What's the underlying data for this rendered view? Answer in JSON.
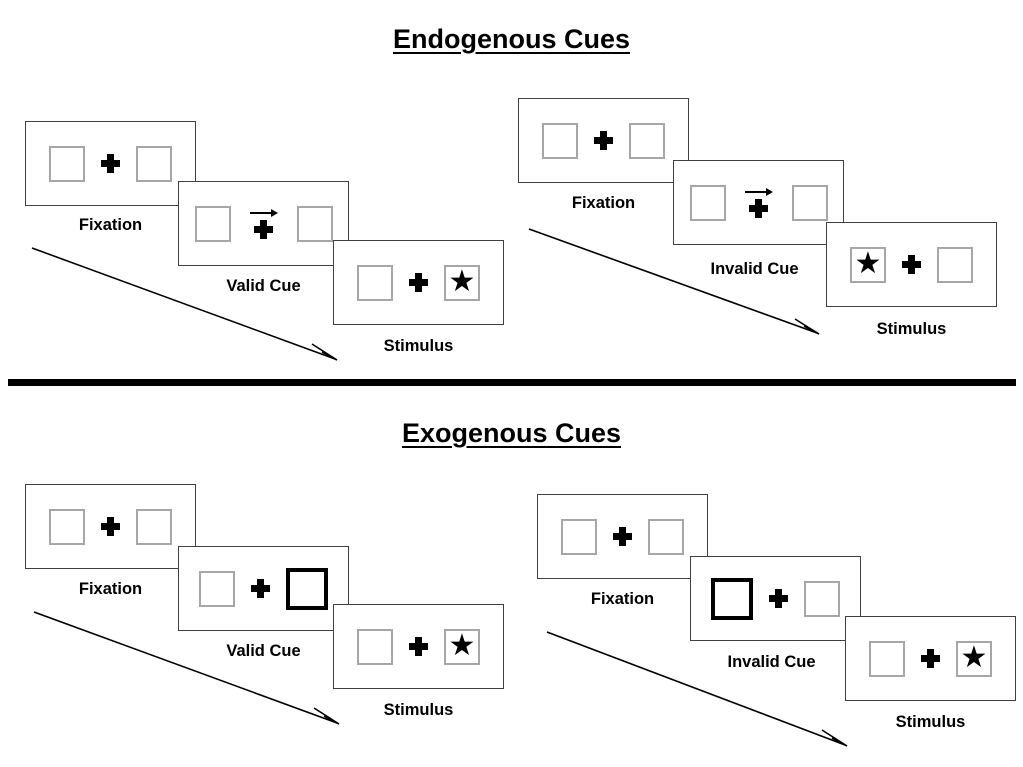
{
  "page": {
    "background_color": "#ffffff",
    "ink_color": "#000000",
    "box_border_color": "#a6a6a6",
    "cued_box_border_color": "#000000",
    "panel_border_color": "#3f3f3f"
  },
  "sections": [
    {
      "id": "endogenous",
      "title": "Endogenous Cues",
      "groups": [
        {
          "id": "endogenous-valid",
          "panels": [
            {
              "id": "endo-valid-fixation",
              "caption": "Fixation",
              "left_box": {
                "cued": false,
                "content": ""
              },
              "right_box": {
                "cued": false,
                "content": ""
              },
              "center": {
                "plus": true,
                "arrow": "none"
              }
            },
            {
              "id": "endo-valid-cue",
              "caption": "Valid Cue",
              "left_box": {
                "cued": false,
                "content": ""
              },
              "right_box": {
                "cued": false,
                "content": ""
              },
              "center": {
                "plus": true,
                "arrow": "right"
              }
            },
            {
              "id": "endo-valid-stimulus",
              "caption": "Stimulus",
              "left_box": {
                "cued": false,
                "content": ""
              },
              "right_box": {
                "cued": false,
                "content": "★"
              },
              "center": {
                "plus": true,
                "arrow": "none"
              }
            }
          ]
        },
        {
          "id": "endogenous-invalid",
          "panels": [
            {
              "id": "endo-invalid-fixation",
              "caption": "Fixation",
              "left_box": {
                "cued": false,
                "content": ""
              },
              "right_box": {
                "cued": false,
                "content": ""
              },
              "center": {
                "plus": true,
                "arrow": "none"
              }
            },
            {
              "id": "endo-invalid-cue",
              "caption": "Invalid Cue",
              "left_box": {
                "cued": false,
                "content": ""
              },
              "right_box": {
                "cued": false,
                "content": ""
              },
              "center": {
                "plus": true,
                "arrow": "right"
              }
            },
            {
              "id": "endo-invalid-stimulus",
              "caption": "Stimulus",
              "left_box": {
                "cued": false,
                "content": "★"
              },
              "right_box": {
                "cued": false,
                "content": ""
              },
              "center": {
                "plus": true,
                "arrow": "none"
              }
            }
          ]
        }
      ]
    },
    {
      "id": "exogenous",
      "title": "Exogenous Cues",
      "groups": [
        {
          "id": "exogenous-valid",
          "panels": [
            {
              "id": "exo-valid-fixation",
              "caption": "Fixation",
              "left_box": {
                "cued": false,
                "content": ""
              },
              "right_box": {
                "cued": false,
                "content": ""
              },
              "center": {
                "plus": true,
                "arrow": "none"
              }
            },
            {
              "id": "exo-valid-cue",
              "caption": "Valid Cue",
              "left_box": {
                "cued": false,
                "content": ""
              },
              "right_box": {
                "cued": true,
                "content": ""
              },
              "center": {
                "plus": true,
                "arrow": "none"
              }
            },
            {
              "id": "exo-valid-stimulus",
              "caption": "Stimulus",
              "left_box": {
                "cued": false,
                "content": ""
              },
              "right_box": {
                "cued": false,
                "content": "★"
              },
              "center": {
                "plus": true,
                "arrow": "none"
              }
            }
          ]
        },
        {
          "id": "exogenous-invalid",
          "panels": [
            {
              "id": "exo-invalid-fixation",
              "caption": "Fixation",
              "left_box": {
                "cued": false,
                "content": ""
              },
              "right_box": {
                "cued": false,
                "content": ""
              },
              "center": {
                "plus": true,
                "arrow": "none"
              }
            },
            {
              "id": "exo-invalid-cue",
              "caption": "Invalid Cue",
              "left_box": {
                "cued": true,
                "content": ""
              },
              "right_box": {
                "cued": false,
                "content": ""
              },
              "center": {
                "plus": true,
                "arrow": "none"
              }
            },
            {
              "id": "exo-invalid-stimulus",
              "caption": "Stimulus",
              "left_box": {
                "cued": false,
                "content": ""
              },
              "right_box": {
                "cued": false,
                "content": "★"
              },
              "center": {
                "plus": true,
                "arrow": "none"
              }
            }
          ]
        }
      ]
    }
  ]
}
